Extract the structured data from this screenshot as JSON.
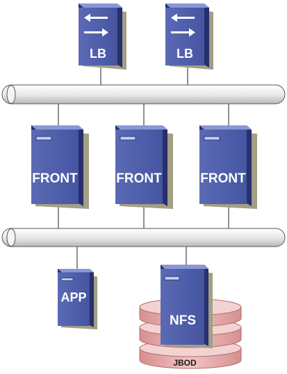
{
  "colors": {
    "server_front": "#4d5da8",
    "server_side": "#27306e",
    "server_top": "#8a97d6",
    "shadow": "#a39e84",
    "bus": "#e9e9e9",
    "disk": "#e1a6a6"
  },
  "labels": {
    "lb1": "LB",
    "lb2": "LB",
    "front1": "FRONT",
    "front2": "FRONT",
    "front3": "FRONT",
    "app": "APP",
    "nfs": "NFS",
    "jbod": "JBOD"
  }
}
